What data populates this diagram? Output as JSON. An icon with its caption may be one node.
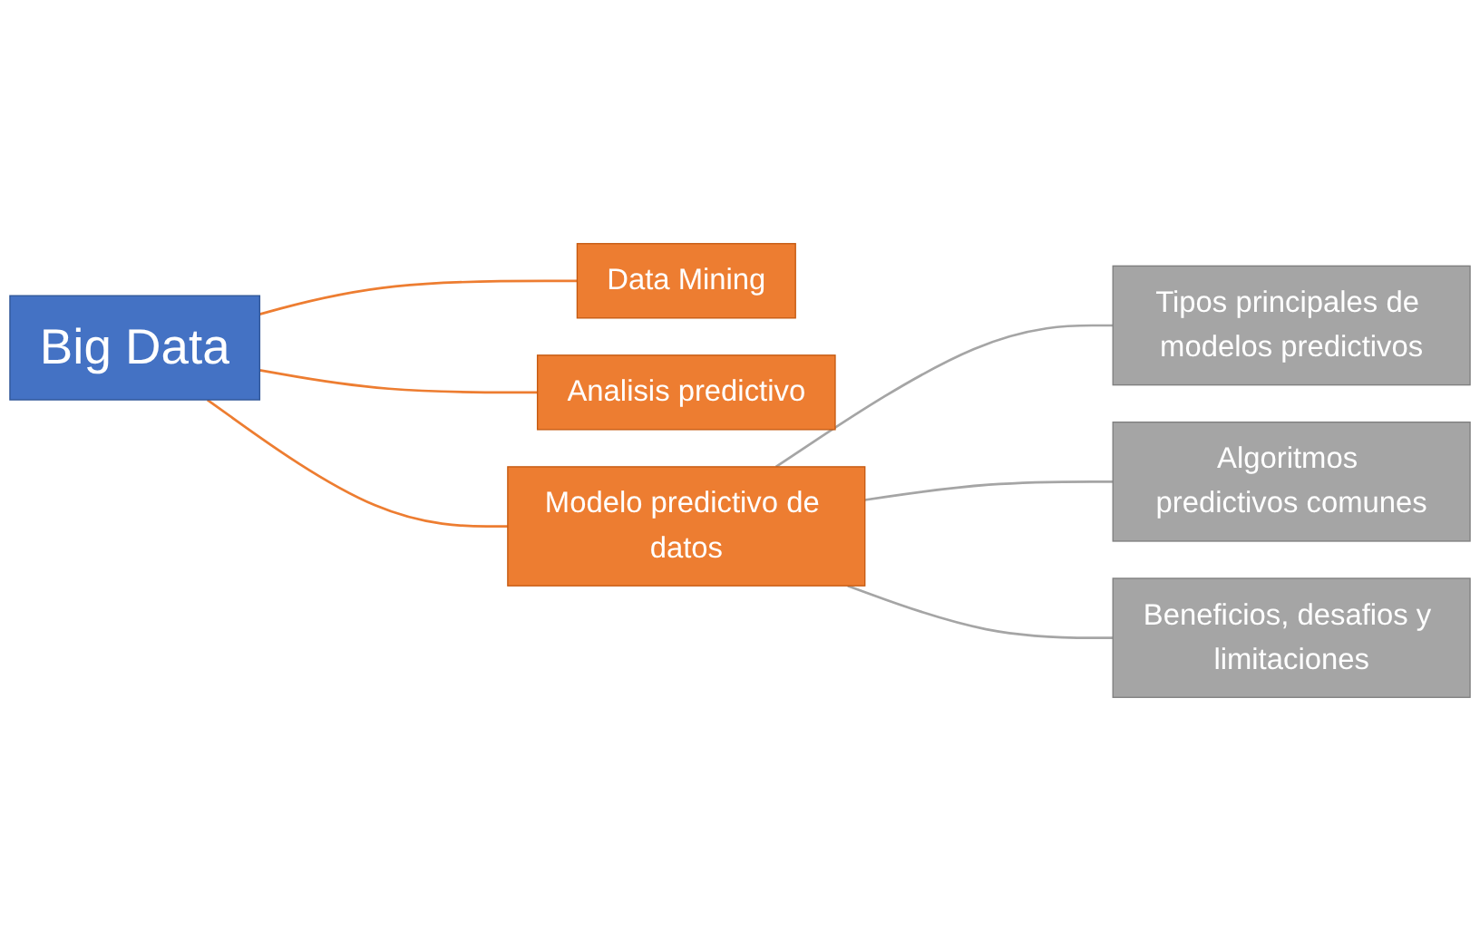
{
  "diagram": {
    "nodes": [
      {
        "text": [
          "Big Data"
        ]
      },
      {
        "text": [
          "Data Mining"
        ]
      },
      {
        "text": [
          "Analisis predictivo"
        ]
      },
      {
        "text": [
          "Modelo predictivo de datos"
        ]
      },
      {
        "text": [
          "Tipos principales de modelos predictivos"
        ]
      },
      {
        "text": [
          "Algoritmos predictivos comunes"
        ]
      },
      {
        "text": [
          "Beneficios, desafios y limitaciones"
        ]
      }
    ],
    "edges": [
      {
        "from": 0,
        "to": 1,
        "arrow": "none"
      },
      {
        "from": 0,
        "to": 2,
        "arrow": "none"
      },
      {
        "from": 0,
        "to": 3,
        "arrow": "none"
      },
      {
        "from": 3,
        "to": 4,
        "arrow": "none",
        "color": "#a5a5a5"
      },
      {
        "from": 3,
        "to": 5,
        "arrow": "none",
        "color": "#a5a5a5"
      },
      {
        "from": 3,
        "to": 6,
        "arrow": "none",
        "color": "#a5a5a5"
      }
    ]
  }
}
